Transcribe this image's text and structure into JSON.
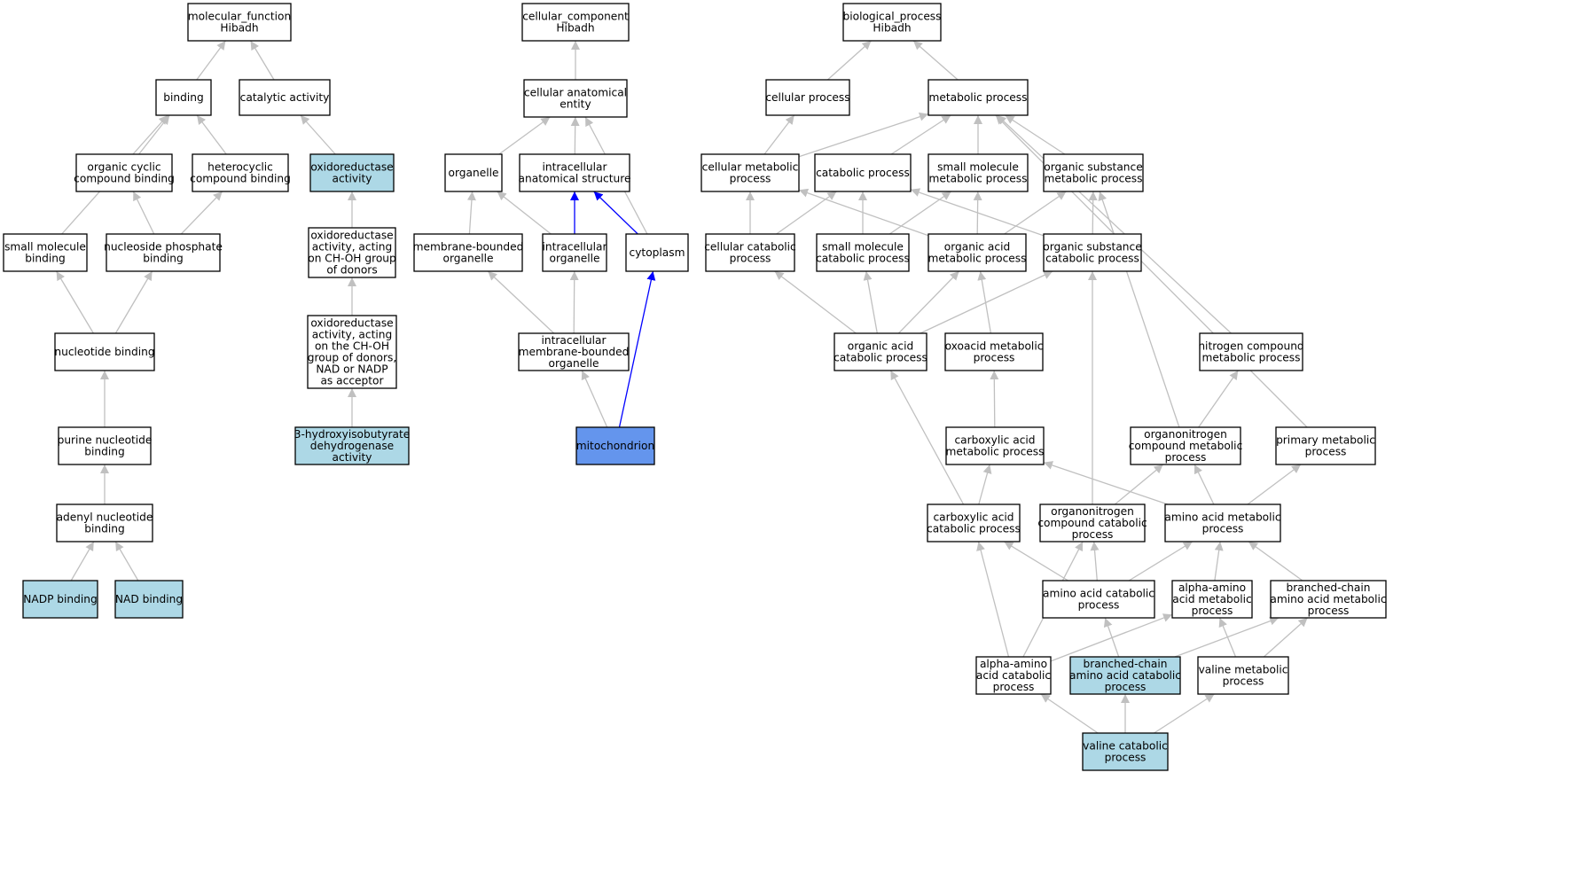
{
  "colors": {
    "default_fill": "#ffffff",
    "highlight_fill": "#add8e6",
    "selected_fill": "#6495ed",
    "edge_gray": "#c0c0c0",
    "edge_blue": "#0000ff"
  },
  "nodes": [
    {
      "id": "mf",
      "lines": [
        "molecular_function",
        "Hibadh"
      ],
      "style": "default"
    },
    {
      "id": "binding",
      "lines": [
        "binding"
      ],
      "style": "default"
    },
    {
      "id": "catalytic",
      "lines": [
        "catalytic activity"
      ],
      "style": "default"
    },
    {
      "id": "ocb",
      "lines": [
        "organic cyclic",
        "compound binding"
      ],
      "style": "default"
    },
    {
      "id": "hcb",
      "lines": [
        "heterocyclic",
        "compound binding"
      ],
      "style": "default"
    },
    {
      "id": "oxred",
      "lines": [
        "oxidoreductase",
        "activity"
      ],
      "style": "highlight"
    },
    {
      "id": "smb",
      "lines": [
        "small molecule",
        "binding"
      ],
      "style": "default"
    },
    {
      "id": "npb",
      "lines": [
        "nucleoside phosphate",
        "binding"
      ],
      "style": "default"
    },
    {
      "id": "oxred_choh",
      "lines": [
        "oxidoreductase",
        "activity, acting",
        "on CH-OH group",
        "of donors"
      ],
      "style": "default"
    },
    {
      "id": "nb",
      "lines": [
        "nucleotide binding"
      ],
      "style": "default"
    },
    {
      "id": "oxred_nad",
      "lines": [
        "oxidoreductase",
        "activity, acting",
        "on the CH-OH",
        "group of donors,",
        "NAD or NADP",
        "as acceptor"
      ],
      "style": "default"
    },
    {
      "id": "pnb",
      "lines": [
        "purine nucleotide",
        "binding"
      ],
      "style": "default"
    },
    {
      "id": "hibadh",
      "lines": [
        "3-hydroxyisobutyrate",
        "dehydrogenase",
        "activity"
      ],
      "style": "highlight"
    },
    {
      "id": "anb",
      "lines": [
        "adenyl nucleotide",
        "binding"
      ],
      "style": "default"
    },
    {
      "id": "nadp",
      "lines": [
        "NADP binding"
      ],
      "style": "highlight"
    },
    {
      "id": "nad",
      "lines": [
        "NAD binding"
      ],
      "style": "highlight"
    },
    {
      "id": "cc",
      "lines": [
        "cellular_component",
        "Hibadh"
      ],
      "style": "default"
    },
    {
      "id": "cae",
      "lines": [
        "cellular anatomical",
        "entity"
      ],
      "style": "default"
    },
    {
      "id": "organelle",
      "lines": [
        "organelle"
      ],
      "style": "default"
    },
    {
      "id": "ias",
      "lines": [
        "intracellular",
        "anatomical structure"
      ],
      "style": "default"
    },
    {
      "id": "mbo",
      "lines": [
        "membrane-bounded",
        "organelle"
      ],
      "style": "default"
    },
    {
      "id": "io",
      "lines": [
        "intracellular",
        "organelle"
      ],
      "style": "default"
    },
    {
      "id": "cytoplasm",
      "lines": [
        "cytoplasm"
      ],
      "style": "default"
    },
    {
      "id": "imbo",
      "lines": [
        "intracellular",
        "membrane-bounded",
        "organelle"
      ],
      "style": "default"
    },
    {
      "id": "mito",
      "lines": [
        "mitochondrion"
      ],
      "style": "selected"
    },
    {
      "id": "bp",
      "lines": [
        "biological_process",
        "Hibadh"
      ],
      "style": "default"
    },
    {
      "id": "cellproc",
      "lines": [
        "cellular process"
      ],
      "style": "default"
    },
    {
      "id": "metproc",
      "lines": [
        "metabolic process"
      ],
      "style": "default"
    },
    {
      "id": "cmp",
      "lines": [
        "cellular metabolic",
        "process"
      ],
      "style": "default"
    },
    {
      "id": "catproc",
      "lines": [
        "catabolic process"
      ],
      "style": "default"
    },
    {
      "id": "smmp",
      "lines": [
        "small molecule",
        "metabolic process"
      ],
      "style": "default"
    },
    {
      "id": "osmp",
      "lines": [
        "organic substance",
        "metabolic process"
      ],
      "style": "default"
    },
    {
      "id": "ccp",
      "lines": [
        "cellular catabolic",
        "process"
      ],
      "style": "default"
    },
    {
      "id": "smcp",
      "lines": [
        "small molecule",
        "catabolic process"
      ],
      "style": "default"
    },
    {
      "id": "oamp",
      "lines": [
        "organic acid",
        "metabolic process"
      ],
      "style": "default"
    },
    {
      "id": "oscp",
      "lines": [
        "organic substance",
        "catabolic process"
      ],
      "style": "default"
    },
    {
      "id": "oacp",
      "lines": [
        "organic acid",
        "catabolic process"
      ],
      "style": "default"
    },
    {
      "id": "oxoamp",
      "lines": [
        "oxoacid metabolic",
        "process"
      ],
      "style": "default"
    },
    {
      "id": "ncmp",
      "lines": [
        "nitrogen compound",
        "metabolic process"
      ],
      "style": "default"
    },
    {
      "id": "camp",
      "lines": [
        "carboxylic acid",
        "metabolic process"
      ],
      "style": "default"
    },
    {
      "id": "oncmp",
      "lines": [
        "organonitrogen",
        "compound metabolic",
        "process"
      ],
      "style": "default"
    },
    {
      "id": "pmp",
      "lines": [
        "primary metabolic",
        "process"
      ],
      "style": "default"
    },
    {
      "id": "cacp",
      "lines": [
        "carboxylic acid",
        "catabolic process"
      ],
      "style": "default"
    },
    {
      "id": "onccp",
      "lines": [
        "organonitrogen",
        "compound catabolic",
        "process"
      ],
      "style": "default"
    },
    {
      "id": "aamp",
      "lines": [
        "amino acid metabolic",
        "process"
      ],
      "style": "default"
    },
    {
      "id": "aacp",
      "lines": [
        "amino acid catabolic",
        "process"
      ],
      "style": "default"
    },
    {
      "id": "alamp",
      "lines": [
        "alpha-amino",
        "acid metabolic",
        "process"
      ],
      "style": "default"
    },
    {
      "id": "bcaamp",
      "lines": [
        "branched-chain",
        "amino acid metabolic",
        "process"
      ],
      "style": "default"
    },
    {
      "id": "alacp",
      "lines": [
        "alpha-amino",
        "acid catabolic",
        "process"
      ],
      "style": "default"
    },
    {
      "id": "bcaacp",
      "lines": [
        "branched-chain",
        "amino acid catabolic",
        "process"
      ],
      "style": "highlight"
    },
    {
      "id": "valmp",
      "lines": [
        "valine metabolic",
        "process"
      ],
      "style": "default"
    },
    {
      "id": "valcp",
      "lines": [
        "valine catabolic",
        "process"
      ],
      "style": "highlight"
    }
  ],
  "edges": [
    {
      "from": "binding",
      "to": "mf",
      "color": "gray"
    },
    {
      "from": "catalytic",
      "to": "mf",
      "color": "gray"
    },
    {
      "from": "ocb",
      "to": "binding",
      "color": "gray"
    },
    {
      "from": "hcb",
      "to": "binding",
      "color": "gray"
    },
    {
      "from": "smb",
      "to": "binding",
      "color": "gray"
    },
    {
      "from": "oxred",
      "to": "catalytic",
      "color": "gray"
    },
    {
      "from": "npb",
      "to": "ocb",
      "color": "gray"
    },
    {
      "from": "npb",
      "to": "hcb",
      "color": "gray"
    },
    {
      "from": "oxred_choh",
      "to": "oxred",
      "color": "gray"
    },
    {
      "from": "nb",
      "to": "smb",
      "color": "gray"
    },
    {
      "from": "nb",
      "to": "npb",
      "color": "gray"
    },
    {
      "from": "oxred_nad",
      "to": "oxred_choh",
      "color": "gray"
    },
    {
      "from": "pnb",
      "to": "nb",
      "color": "gray"
    },
    {
      "from": "hibadh",
      "to": "oxred_nad",
      "color": "gray"
    },
    {
      "from": "anb",
      "to": "pnb",
      "color": "gray"
    },
    {
      "from": "nadp",
      "to": "anb",
      "color": "gray"
    },
    {
      "from": "nad",
      "to": "anb",
      "color": "gray"
    },
    {
      "from": "cae",
      "to": "cc",
      "color": "gray"
    },
    {
      "from": "organelle",
      "to": "cae",
      "color": "gray"
    },
    {
      "from": "ias",
      "to": "cae",
      "color": "gray"
    },
    {
      "from": "cytoplasm",
      "to": "cae",
      "color": "gray"
    },
    {
      "from": "mbo",
      "to": "organelle",
      "color": "gray"
    },
    {
      "from": "io",
      "to": "organelle",
      "color": "gray"
    },
    {
      "from": "io",
      "to": "ias",
      "color": "blue"
    },
    {
      "from": "cytoplasm",
      "to": "ias",
      "color": "blue"
    },
    {
      "from": "imbo",
      "to": "mbo",
      "color": "gray"
    },
    {
      "from": "imbo",
      "to": "io",
      "color": "gray"
    },
    {
      "from": "mito",
      "to": "imbo",
      "color": "gray"
    },
    {
      "from": "mito",
      "to": "cytoplasm",
      "color": "blue"
    },
    {
      "from": "cellproc",
      "to": "bp",
      "color": "gray"
    },
    {
      "from": "metproc",
      "to": "bp",
      "color": "gray"
    },
    {
      "from": "cmp",
      "to": "cellproc",
      "color": "gray"
    },
    {
      "from": "cmp",
      "to": "metproc",
      "color": "gray"
    },
    {
      "from": "catproc",
      "to": "metproc",
      "color": "gray"
    },
    {
      "from": "smmp",
      "to": "metproc",
      "color": "gray"
    },
    {
      "from": "osmp",
      "to": "metproc",
      "color": "gray"
    },
    {
      "from": "ncmp",
      "to": "metproc",
      "color": "gray"
    },
    {
      "from": "pmp",
      "to": "metproc",
      "color": "gray"
    },
    {
      "from": "ccp",
      "to": "cmp",
      "color": "gray"
    },
    {
      "from": "ccp",
      "to": "catproc",
      "color": "gray"
    },
    {
      "from": "smcp",
      "to": "catproc",
      "color": "gray"
    },
    {
      "from": "smcp",
      "to": "smmp",
      "color": "gray"
    },
    {
      "from": "oamp",
      "to": "cmp",
      "color": "gray"
    },
    {
      "from": "oamp",
      "to": "smmp",
      "color": "gray"
    },
    {
      "from": "oamp",
      "to": "osmp",
      "color": "gray"
    },
    {
      "from": "oscp",
      "to": "catproc",
      "color": "gray"
    },
    {
      "from": "oscp",
      "to": "osmp",
      "color": "gray"
    },
    {
      "from": "oacp",
      "to": "ccp",
      "color": "gray"
    },
    {
      "from": "oacp",
      "to": "smcp",
      "color": "gray"
    },
    {
      "from": "oacp",
      "to": "oamp",
      "color": "gray"
    },
    {
      "from": "oacp",
      "to": "oscp",
      "color": "gray"
    },
    {
      "from": "oxoamp",
      "to": "oamp",
      "color": "gray"
    },
    {
      "from": "camp",
      "to": "oxoamp",
      "color": "gray"
    },
    {
      "from": "oncmp",
      "to": "osmp",
      "color": "gray"
    },
    {
      "from": "oncmp",
      "to": "ncmp",
      "color": "gray"
    },
    {
      "from": "cacp",
      "to": "oacp",
      "color": "gray"
    },
    {
      "from": "cacp",
      "to": "camp",
      "color": "gray"
    },
    {
      "from": "onccp",
      "to": "oscp",
      "color": "gray"
    },
    {
      "from": "onccp",
      "to": "oncmp",
      "color": "gray"
    },
    {
      "from": "aamp",
      "to": "camp",
      "color": "gray"
    },
    {
      "from": "aamp",
      "to": "oncmp",
      "color": "gray"
    },
    {
      "from": "aamp",
      "to": "pmp",
      "color": "gray"
    },
    {
      "from": "aacp",
      "to": "cacp",
      "color": "gray"
    },
    {
      "from": "aacp",
      "to": "onccp",
      "color": "gray"
    },
    {
      "from": "aacp",
      "to": "aamp",
      "color": "gray"
    },
    {
      "from": "alamp",
      "to": "aamp",
      "color": "gray"
    },
    {
      "from": "bcaamp",
      "to": "aamp",
      "color": "gray"
    },
    {
      "from": "alacp",
      "to": "cacp",
      "color": "gray"
    },
    {
      "from": "alacp",
      "to": "onccp",
      "color": "gray"
    },
    {
      "from": "bcaacp",
      "to": "aacp",
      "color": "gray"
    },
    {
      "from": "alacp",
      "to": "alamp",
      "color": "gray"
    },
    {
      "from": "bcaacp",
      "to": "bcaamp",
      "color": "gray"
    },
    {
      "from": "valmp",
      "to": "alamp",
      "color": "gray"
    },
    {
      "from": "valmp",
      "to": "bcaamp",
      "color": "gray"
    },
    {
      "from": "valcp",
      "to": "alacp",
      "color": "gray"
    },
    {
      "from": "valcp",
      "to": "bcaacp",
      "color": "gray"
    },
    {
      "from": "valcp",
      "to": "valmp",
      "color": "gray"
    }
  ]
}
